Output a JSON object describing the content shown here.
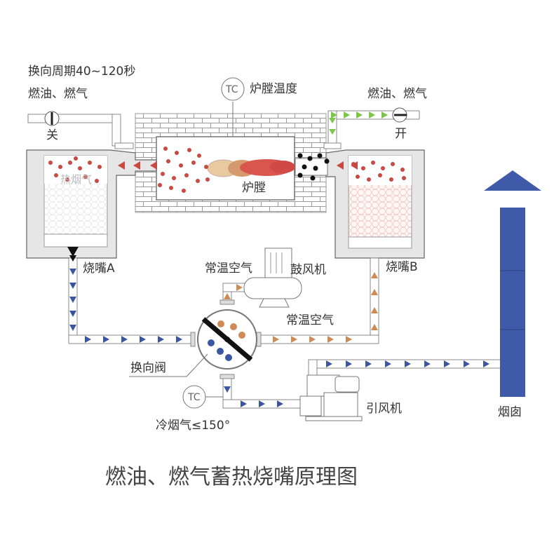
{
  "title": "燃油、燃气蓄热烧嘴原理图",
  "labels": {
    "cycle": "换向周期40~120秒",
    "fuel_left": "燃油、燃气",
    "fuel_right": "燃油、燃气",
    "close": "关",
    "open": "开",
    "tc_furnace": "TC",
    "furnace_temp": "炉膛温度",
    "furnace": "炉膛",
    "hot_gas": "热烟气",
    "burner_a": "烧嘴A",
    "burner_b": "烧嘴B",
    "ambient_air_blower": "常温空气",
    "blower": "鼓风机",
    "ambient_air_right": "常温空气",
    "reversing_valve": "换向阀",
    "tc_exhaust": "TC",
    "cold_flue": "冷烟气≤150°",
    "induced_fan": "引风机",
    "chimney": "烟囱"
  },
  "colors": {
    "blue_arrow": "#3b55a3",
    "orange_arrow": "#d08a55",
    "green_arrow": "#7ec64a",
    "red_particle": "#c8493f",
    "chimney": "#3e5aa8",
    "brick_line": "#9a9a9a",
    "chamber": "#e5e5e5"
  }
}
